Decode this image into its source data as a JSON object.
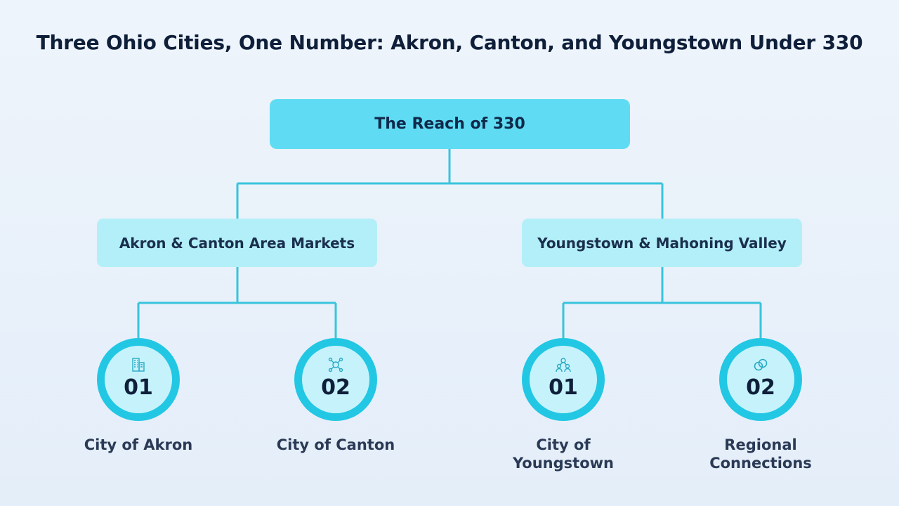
{
  "title": "Three Ohio Cities, One Number: Akron, Canton, and Youngstown Under 330",
  "root": {
    "label": "The Reach of 330"
  },
  "branches": [
    {
      "label": "Akron & Canton Area Markets"
    },
    {
      "label": "Youngstown & Mahoning Valley"
    }
  ],
  "leaves": [
    {
      "number": "01",
      "label": "City of Akron",
      "icon": "buildings-icon"
    },
    {
      "number": "02",
      "label": "City of Canton",
      "icon": "network-icon"
    },
    {
      "number": "01",
      "label": "City of Youngstown",
      "icon": "people-icon"
    },
    {
      "number": "02",
      "label": "Regional Connections",
      "icon": "link-icon"
    }
  ],
  "colors": {
    "background": "#e8f0fa",
    "root_fill": "#5fdcf3",
    "branch_fill": "#b3eff8",
    "connector": "#39c4dc",
    "node_ring": "#22c7e4",
    "node_inner": "#c6f3fb",
    "text_dark": "#0f1f3a"
  }
}
